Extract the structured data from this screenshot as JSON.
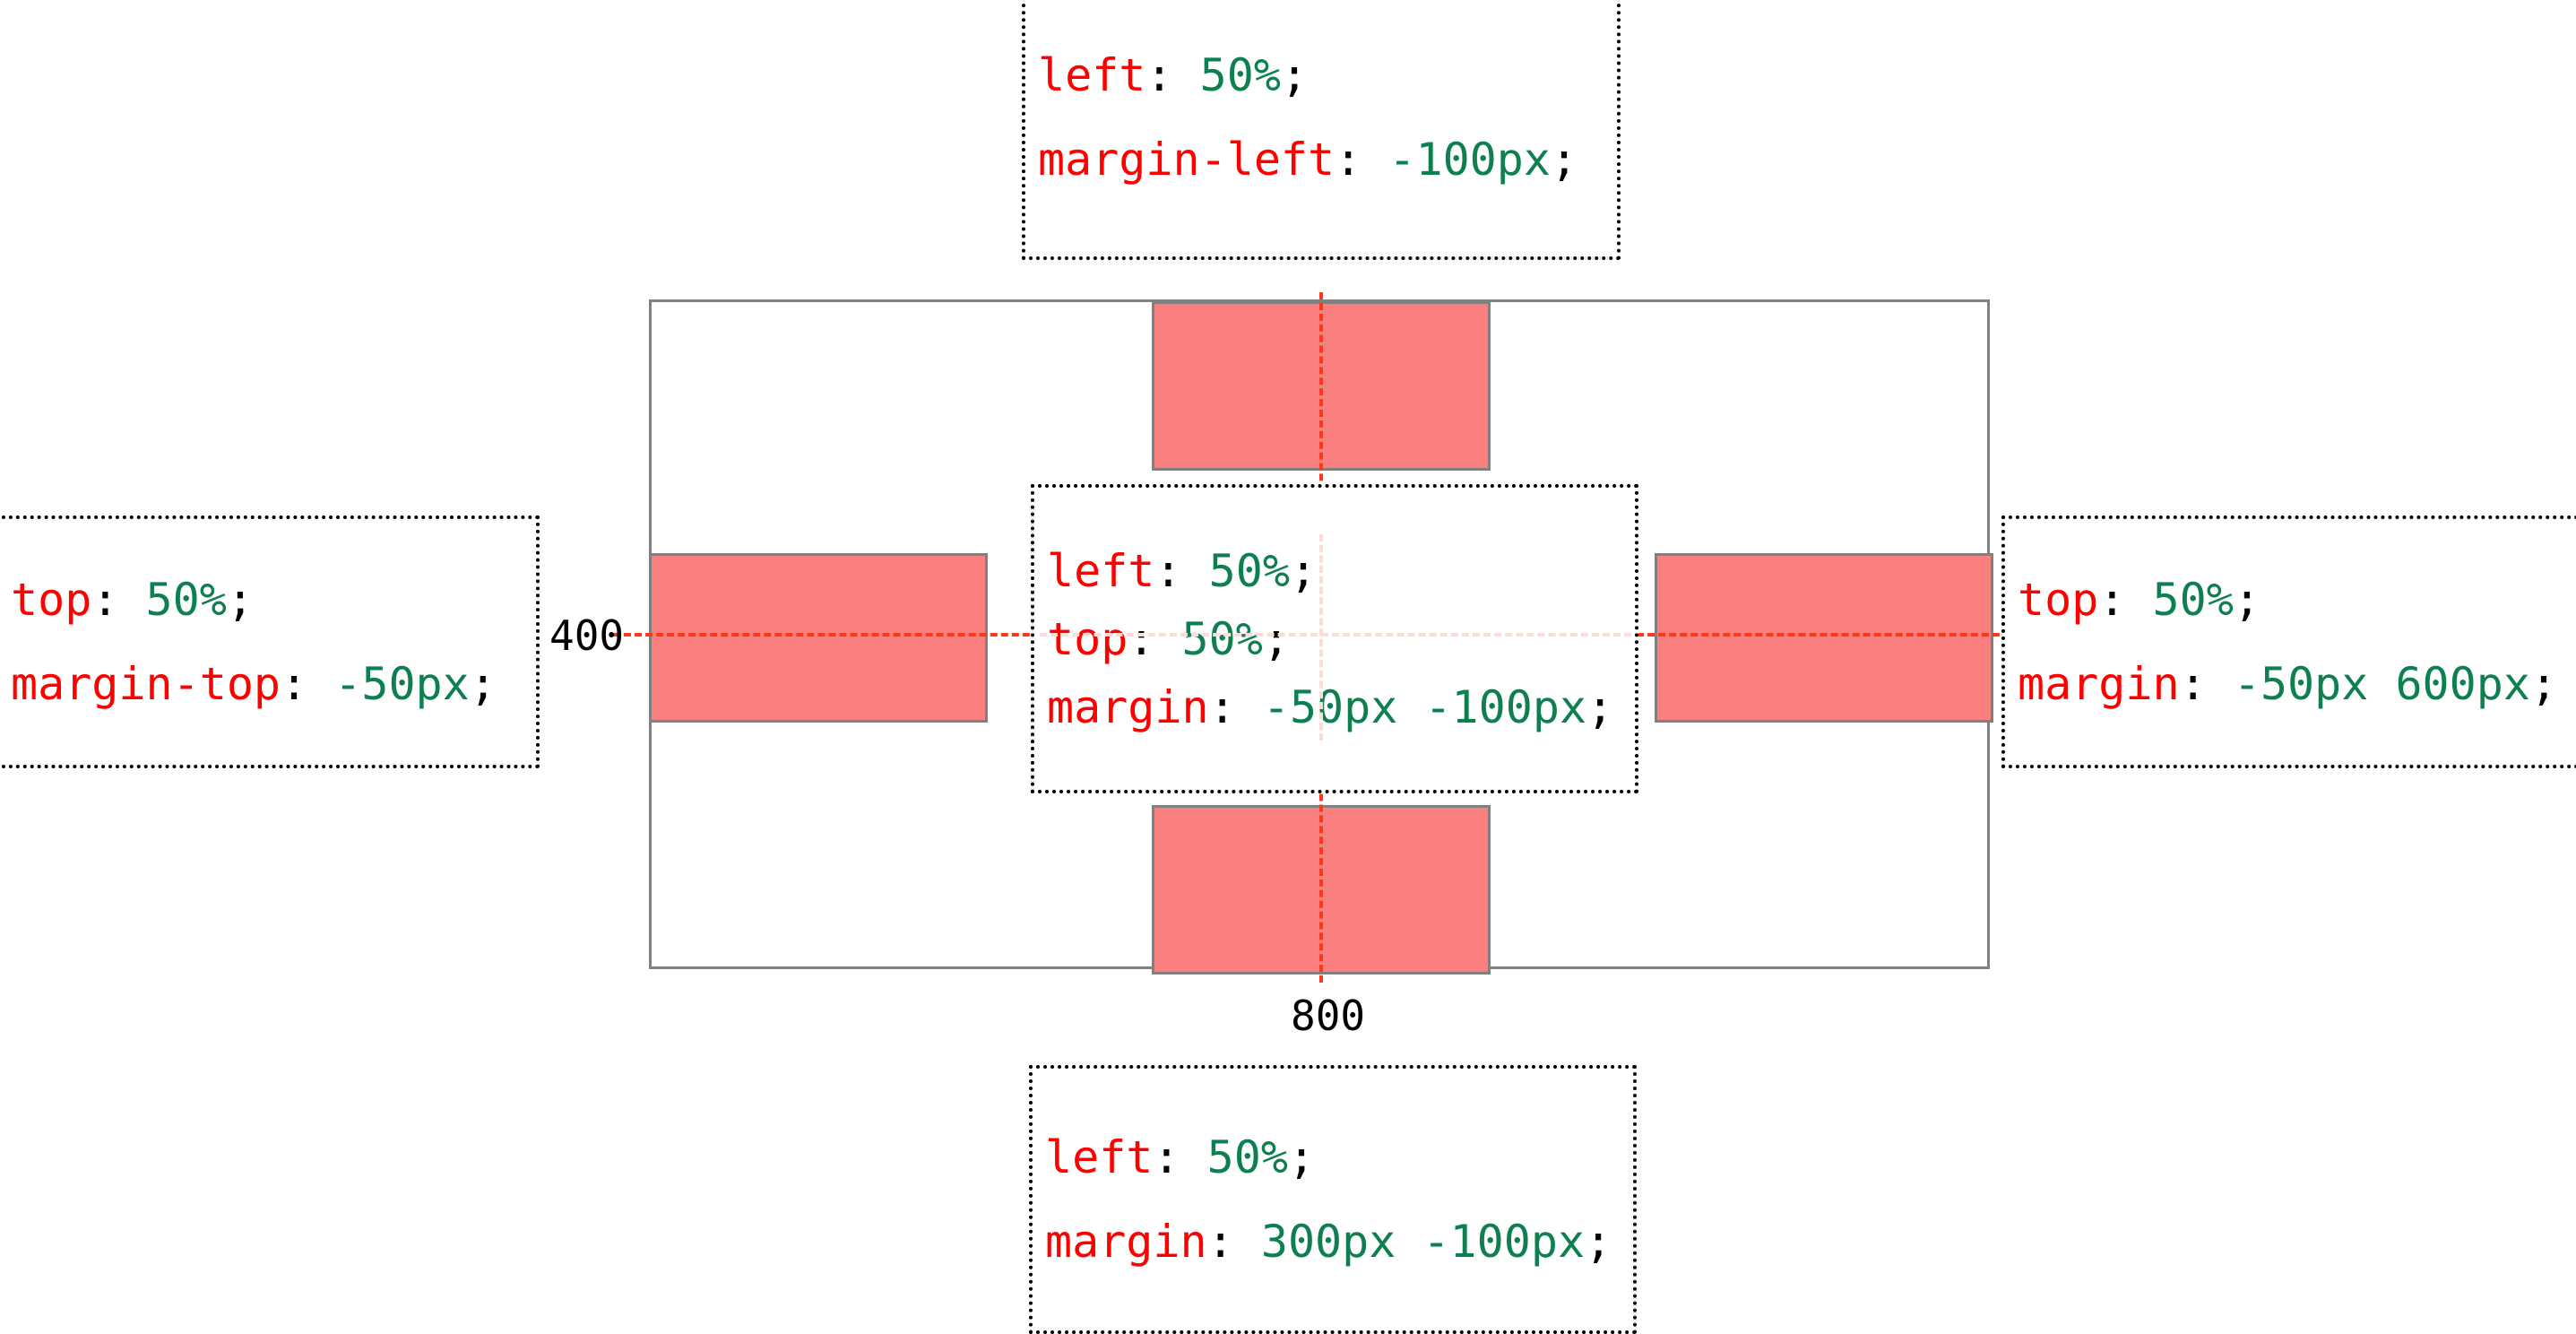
{
  "diagram": {
    "title": "CSS absolute centering with negative margins",
    "colors": {
      "box_fill": "#fa8080",
      "box_border": "#808080",
      "container_border": "#808080",
      "guide_line": "#f93a18",
      "guide_line_faint": "#fbdcd6",
      "property_text": "#ff0000",
      "value_text": "#0e8050",
      "punctuation_text": "#000000",
      "note_border": "#000000"
    }
  },
  "container": {
    "width_label": "800",
    "height_label": "400"
  },
  "notes": {
    "top": {
      "name": "horizontal-centering-note",
      "lines": [
        {
          "prop": "left",
          "colon": ":",
          "val": "50%",
          "semi": ";"
        },
        {
          "prop": "margin-left",
          "colon": ":",
          "val": "-100px",
          "semi": ";"
        }
      ]
    },
    "left": {
      "name": "vertical-centering-note",
      "lines": [
        {
          "prop": "top",
          "colon": ":",
          "val": "50%",
          "semi": ";"
        },
        {
          "prop": "margin-top",
          "colon": ":",
          "val": "-50px",
          "semi": ";"
        }
      ]
    },
    "right": {
      "name": "right-offset-note",
      "lines": [
        {
          "prop": "top",
          "colon": ":",
          "val": "50%",
          "semi": ";"
        },
        {
          "prop": "margin",
          "colon": ":",
          "val": "-50px 600px",
          "semi": ";"
        }
      ]
    },
    "center": {
      "name": "full-centering-note",
      "lines": [
        {
          "prop": "left",
          "colon": ":",
          "val": "50%",
          "semi": ";"
        },
        {
          "prop": "top",
          "colon": ":",
          "val": "50%",
          "semi": ";"
        },
        {
          "prop": "margin",
          "colon": ":",
          "val": "-50px -100px",
          "semi": ";"
        }
      ]
    },
    "bottom": {
      "name": "bottom-offset-note",
      "lines": [
        {
          "prop": "left",
          "colon": ":",
          "val": "50%",
          "semi": ";"
        },
        {
          "prop": "margin",
          "colon": ":",
          "val": "300px -100px",
          "semi": ";"
        }
      ]
    }
  },
  "boxes": [
    {
      "name": "red-box-top",
      "label": ""
    },
    {
      "name": "red-box-left",
      "label": ""
    },
    {
      "name": "red-box-right",
      "label": ""
    },
    {
      "name": "red-box-bottom",
      "label": ""
    }
  ]
}
